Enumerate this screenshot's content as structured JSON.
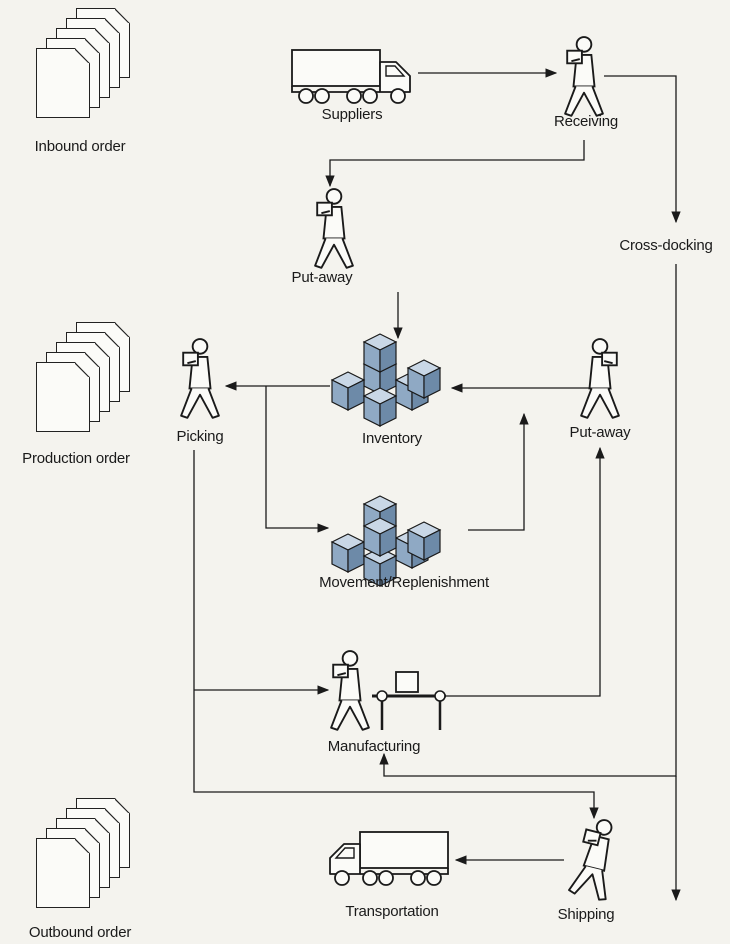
{
  "labels": {
    "inbound_order": "Inbound order",
    "production_order": "Production order",
    "outbound_order": "Outbound order",
    "suppliers": "Suppliers",
    "receiving": "Receiving",
    "cross_docking": "Cross-docking",
    "put_away_top": "Put-away",
    "picking": "Picking",
    "inventory": "Inventory",
    "put_away_right": "Put-away",
    "movement_replenishment": "Movement/Replenishment",
    "manufacturing": "Manufacturing",
    "transportation": "Transportation",
    "shipping": "Shipping"
  },
  "colors": {
    "box_top": "#c9d7e6",
    "box_front": "#8fa9c4",
    "box_side": "#6d8aa8",
    "line": "#1a1a1a",
    "background": "#f4f3ee"
  },
  "icons": [
    "document-stack-icon",
    "truck-icon",
    "worker-carrying-box-icon",
    "box-stack-icon",
    "assembly-worker-icon"
  ]
}
